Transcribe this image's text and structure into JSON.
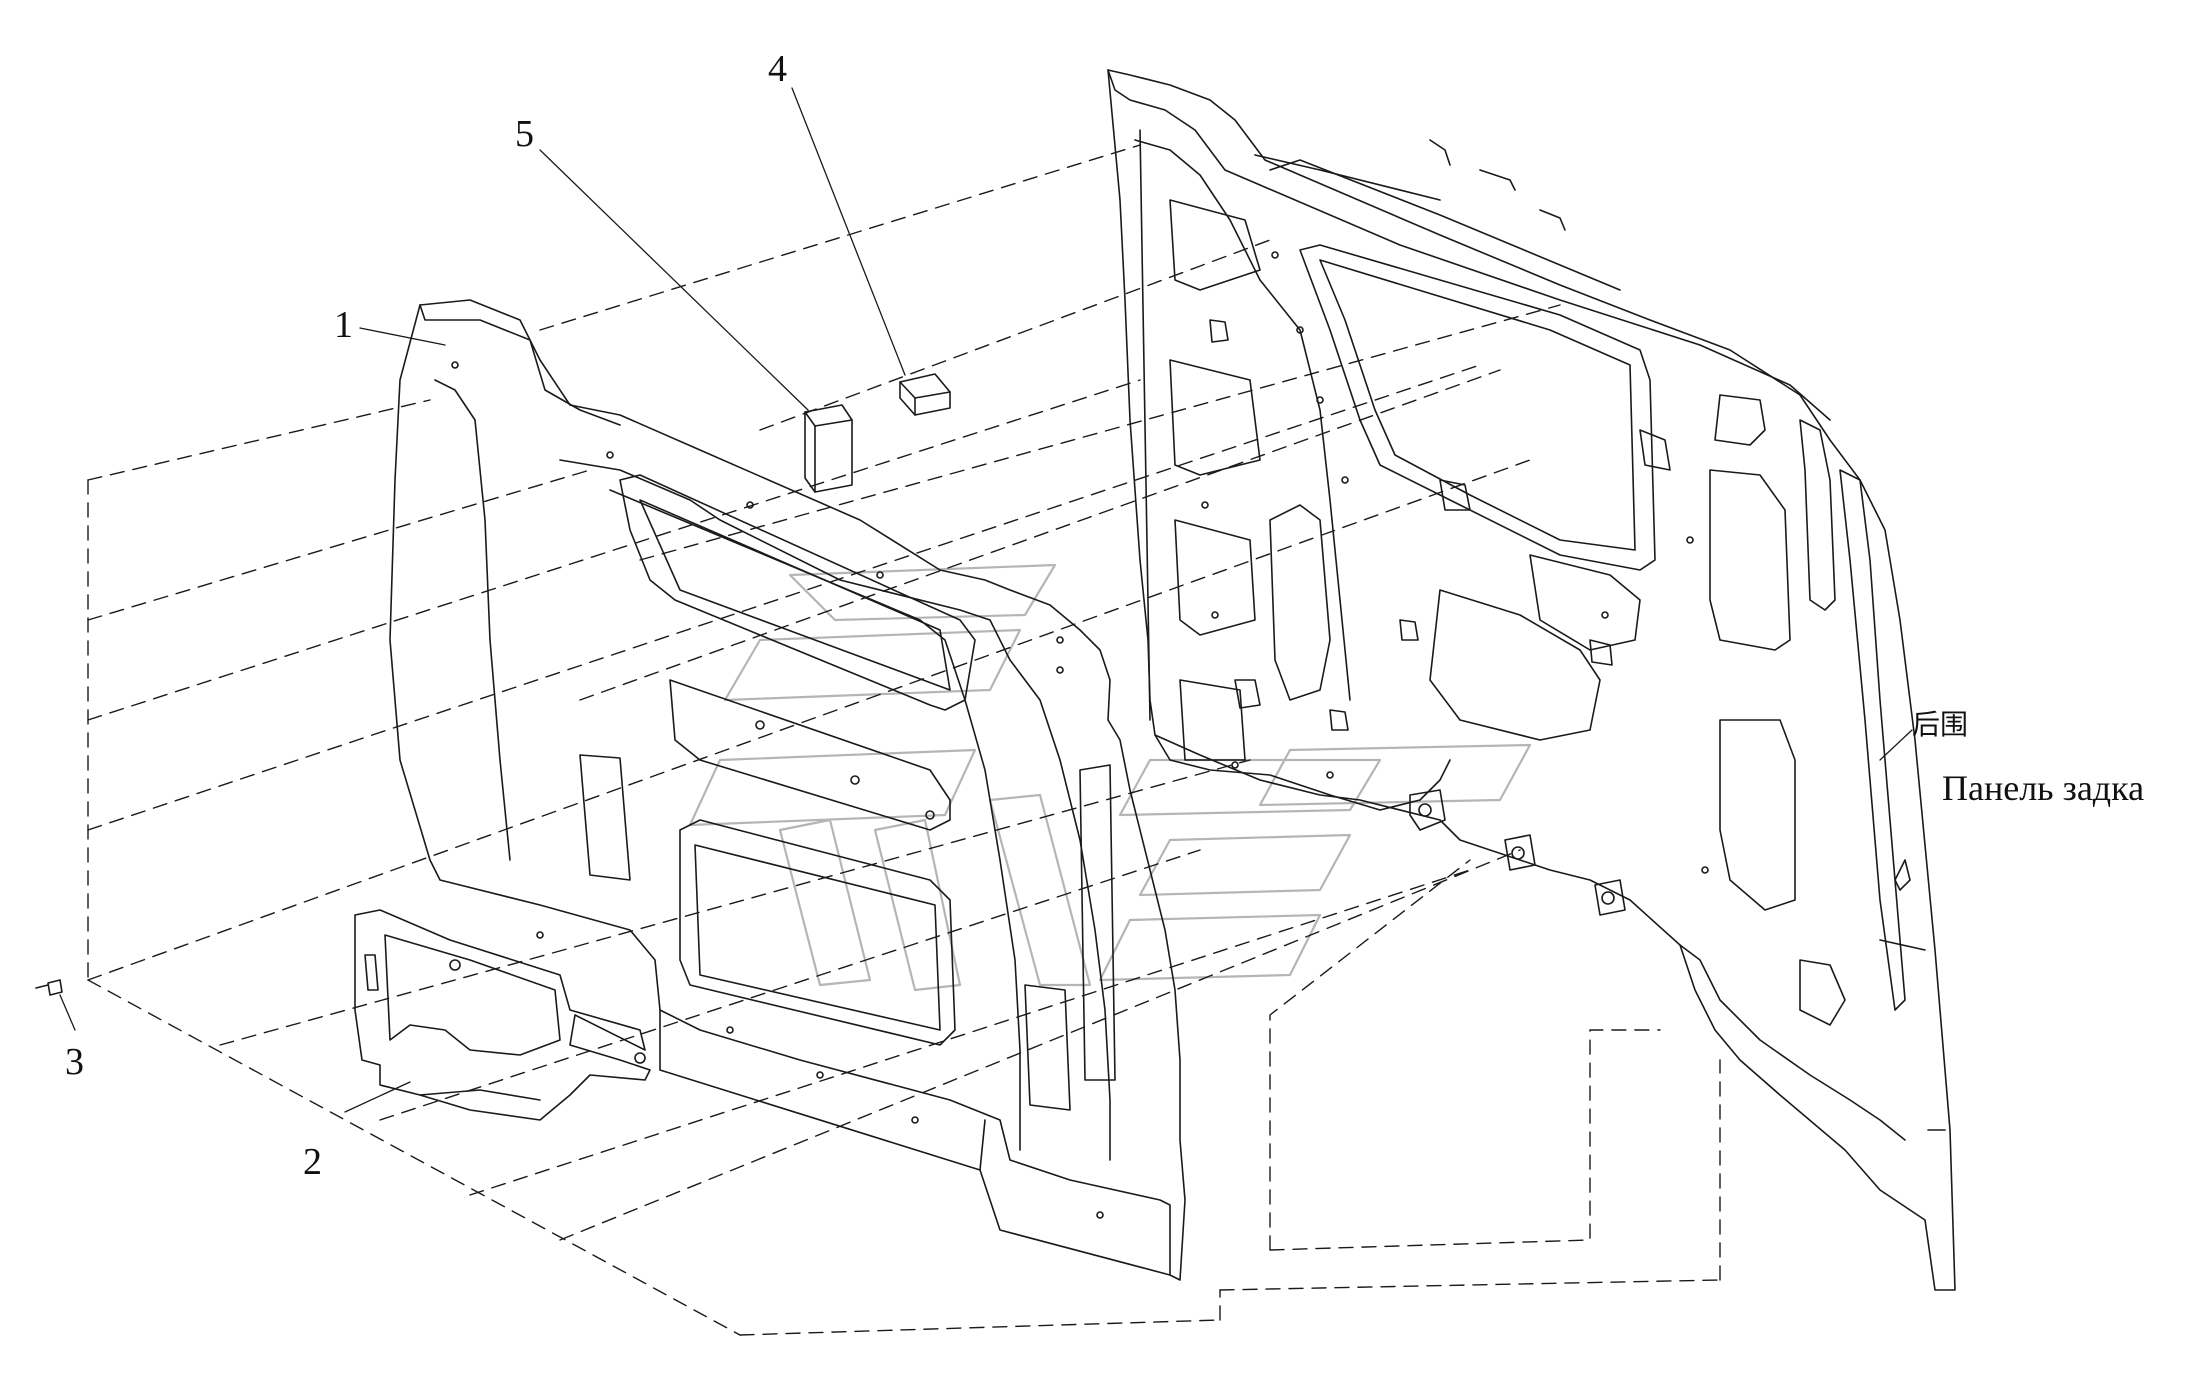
{
  "callouts": {
    "c1": "1",
    "c2": "2",
    "c3": "3",
    "c4": "4",
    "c5": "5",
    "rear_cn": "后围",
    "rear_ru": "Панель задка"
  },
  "colors": {
    "line": "#1a1a1a",
    "watermark": "#b5b5b5",
    "background": "#ffffff"
  }
}
